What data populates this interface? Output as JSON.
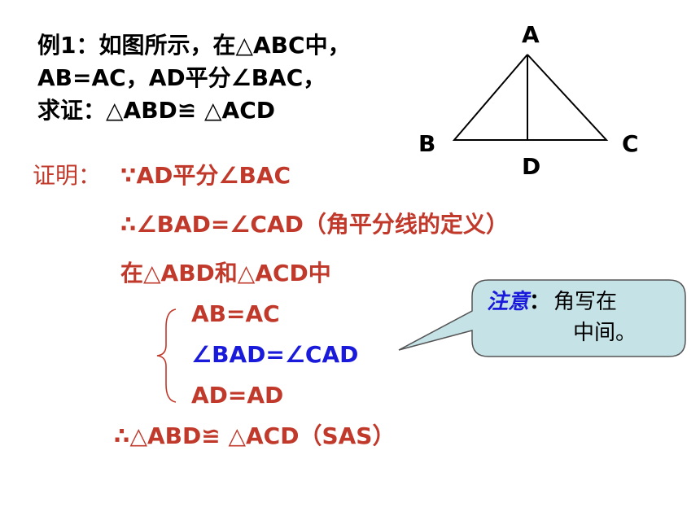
{
  "problem": {
    "line1": "例1：如图所示，在△ABC中，",
    "line2": "AB=AC，AD平分∠BAC，",
    "line3": "求证：△ABD≌ △ACD"
  },
  "figure": {
    "label_a": "A",
    "label_b": "B",
    "label_c": "C",
    "label_d": "D"
  },
  "proof": {
    "heading": "证明：",
    "step1": "∵AD平分∠BAC",
    "step2": "∴∠BAD=∠CAD（角平分线的定义）",
    "step3": "在△ABD和△ACD中",
    "cond1": "AB=AC",
    "cond2": "∠BAD=∠CAD",
    "cond3": "AD=AD",
    "conclusion": "∴△ABD≌ △ACD（SAS）"
  },
  "callout": {
    "label": "注意",
    "colon": "：",
    "text_line1": "角写在",
    "text_line2": "中间。"
  },
  "colors": {
    "black": "#000000",
    "red": "#c0392b",
    "blue": "#1a1adb",
    "callout_fill": "#c5e3e7"
  }
}
